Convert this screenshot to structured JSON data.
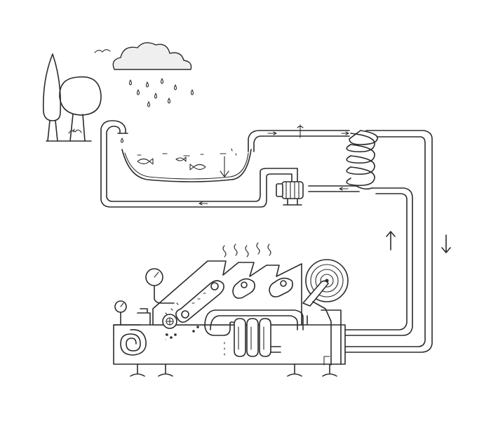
{
  "diagram": {
    "kind": "line-illustration",
    "colors": {
      "line": "#2b2b2b",
      "fill": "#ffffff",
      "cloud": "#efefef"
    },
    "flow_arrows": [
      {
        "name": "return-flow-up-arrow",
        "direction": "up"
      },
      {
        "name": "supply-flow-down-arrow",
        "direction": "down"
      }
    ],
    "elements": [
      "cloud-icon",
      "raindrop-icon",
      "bird-icon",
      "cypress-tree-icon",
      "round-tree-icon",
      "faucet-icon",
      "pond",
      "fish-icon",
      "pump-icon",
      "heat-exchanger-coil",
      "pipe-loop",
      "industrial-machine",
      "pressure-gauge-icon",
      "spiral-tank-icon",
      "heat-waves-icon",
      "flywheel-icon",
      "machine-foot-icon"
    ]
  }
}
